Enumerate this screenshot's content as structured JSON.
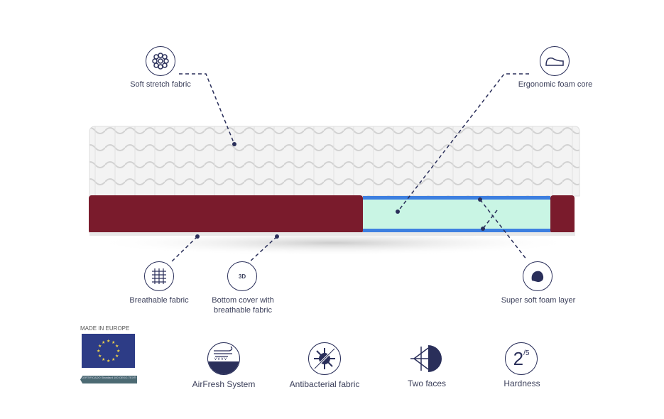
{
  "features": {
    "soft_stretch": "Soft stretch fabric",
    "ergonomic": "Ergonomic foam core",
    "breathable": "Breathable fabric",
    "bottom_cover": "Bottom cover with breathable fabric",
    "super_soft": "Super soft foam layer"
  },
  "badges": {
    "made_in": "MADE IN EUROPE",
    "certificate": "CERTIFICADO Standard 100 OEKO-TEX®"
  },
  "bottom": [
    {
      "label": "AirFresh System"
    },
    {
      "label": "Antibacterial fabric"
    },
    {
      "label": "Two faces"
    },
    {
      "label": "Hardness"
    }
  ],
  "hardness": {
    "value": "2",
    "max": "/5"
  },
  "icon_3d": "3D",
  "colors": {
    "navy": "#2a2f5a",
    "mattress_side": "#7a1b2c",
    "foam": "#c9f5e4",
    "foam_edge": "#3d7fe0"
  }
}
